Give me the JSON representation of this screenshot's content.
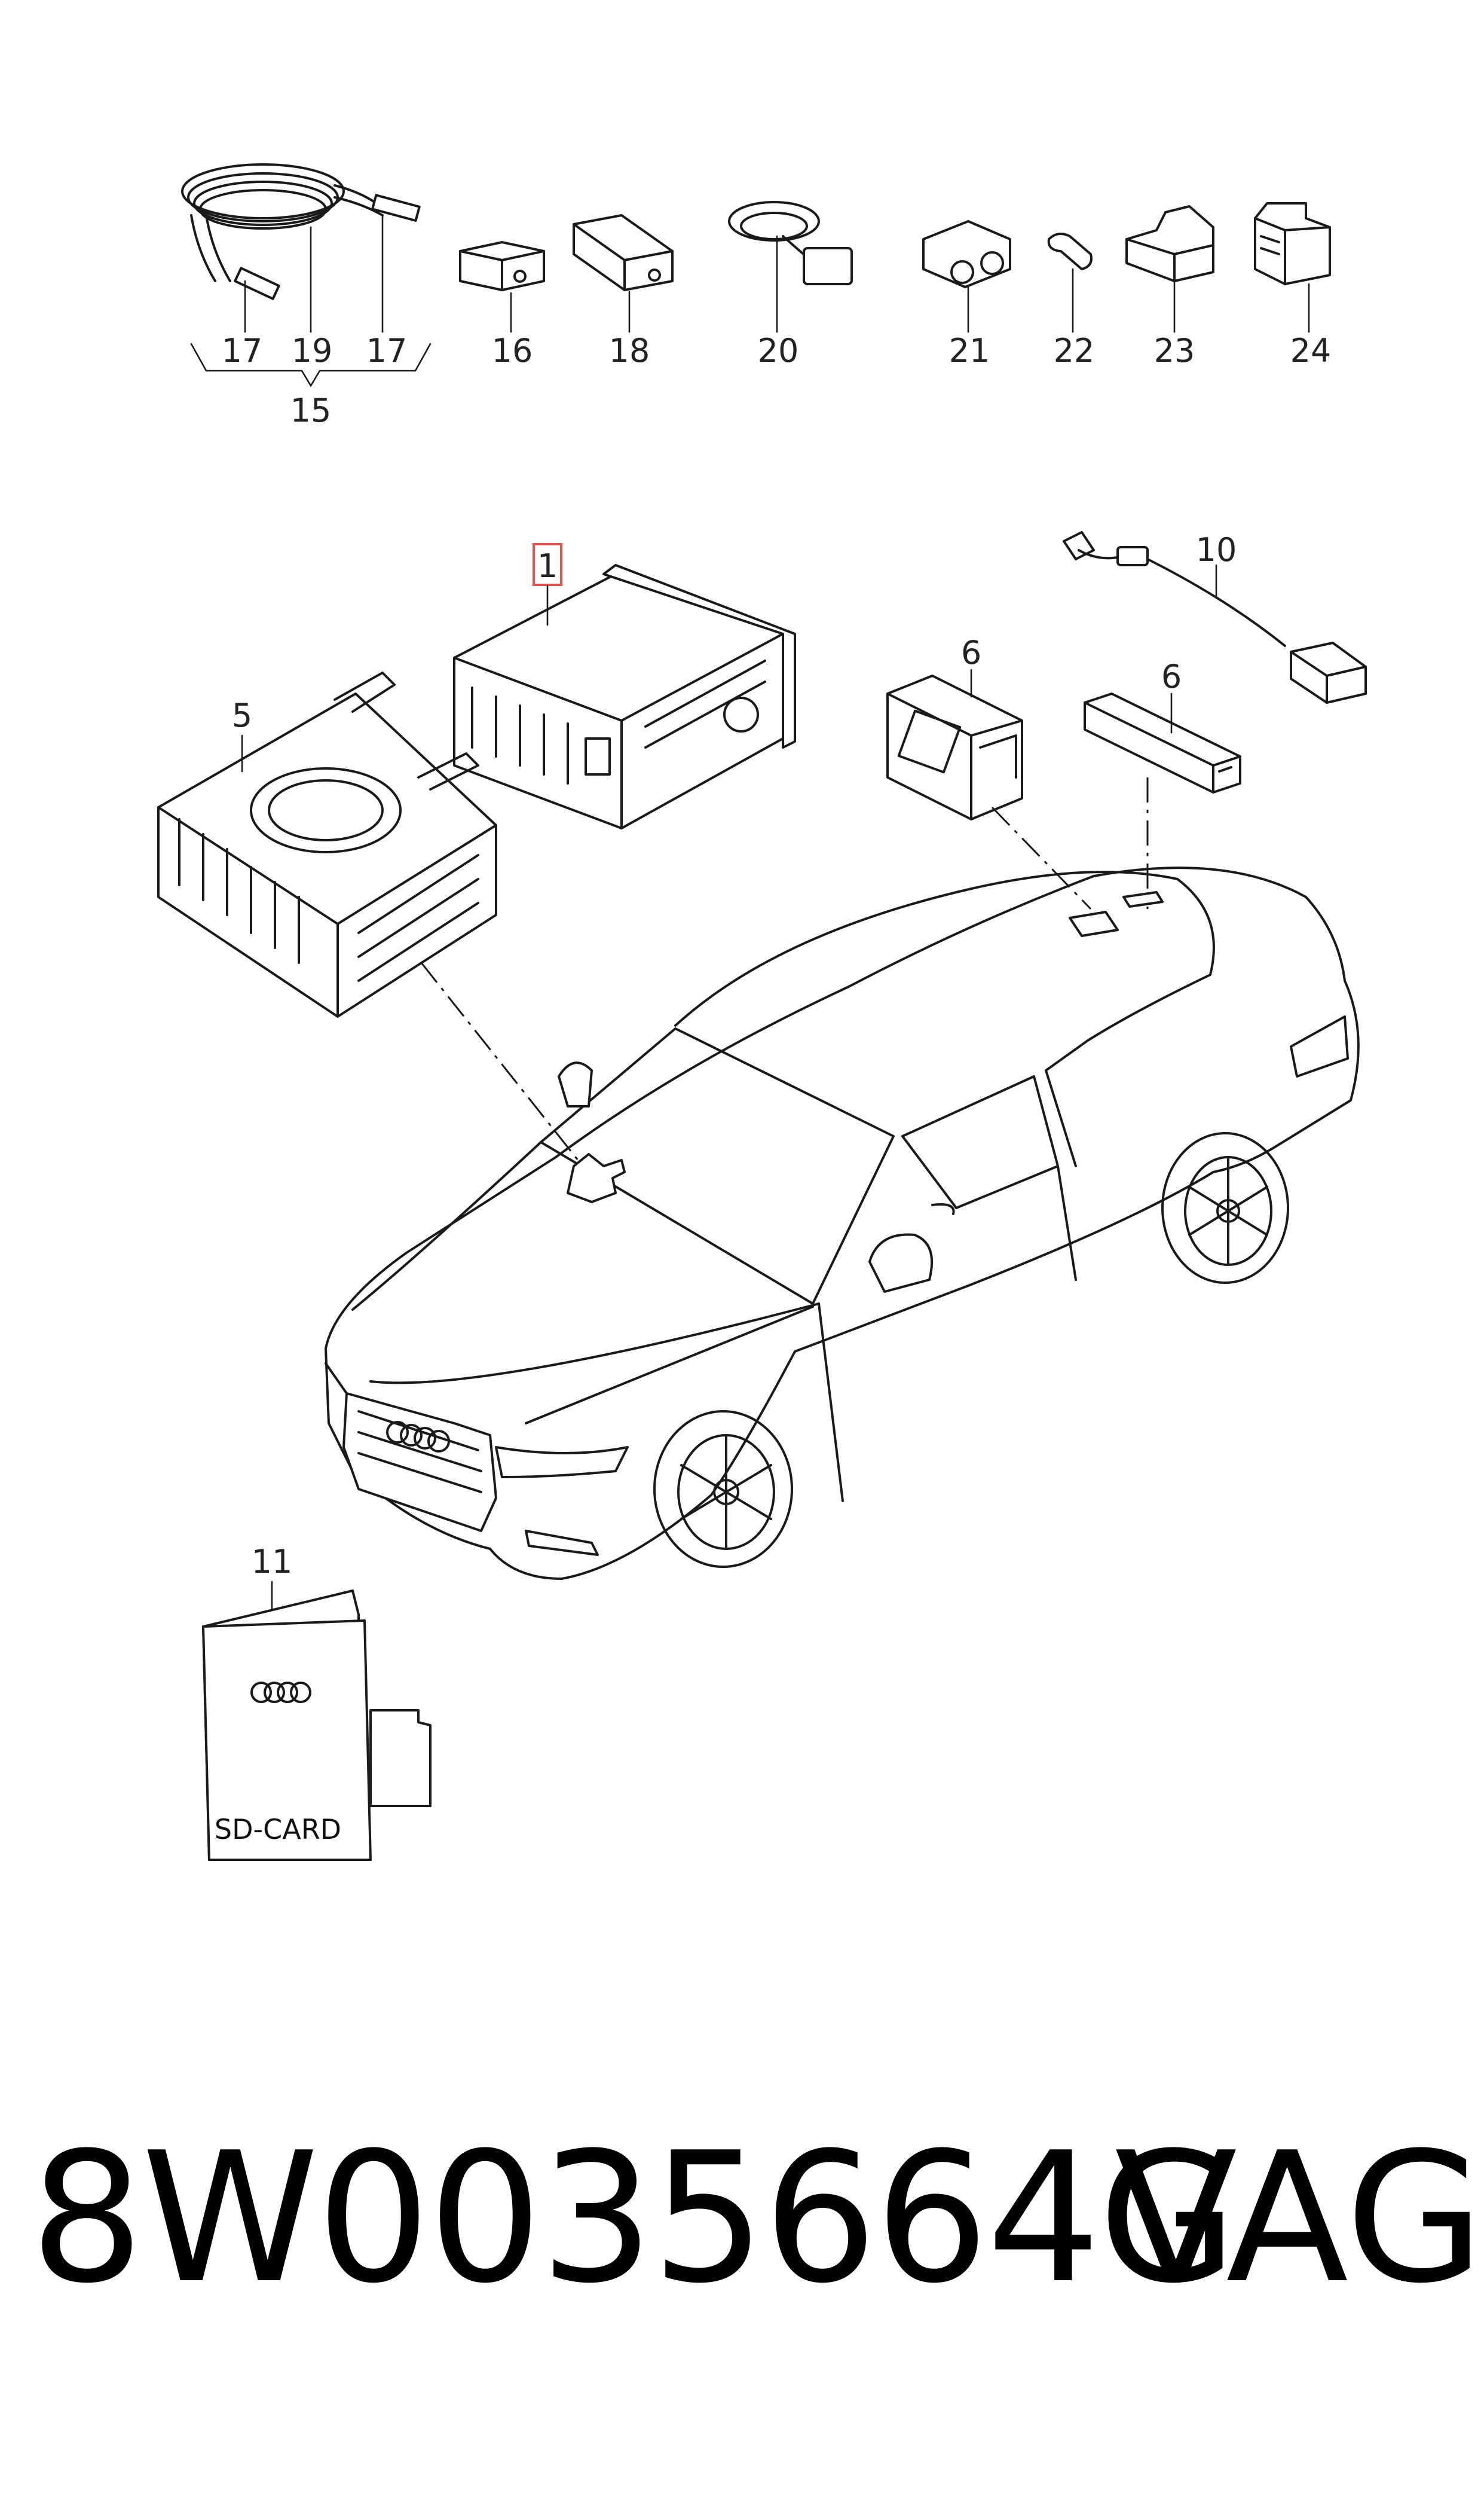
{
  "callouts": {
    "c1": "1",
    "c5": "5",
    "c6a": "6",
    "c6b": "6",
    "c10": "10",
    "c11": "11",
    "c15": "15",
    "c16": "16",
    "c17a": "17",
    "c17b": "17",
    "c18": "18",
    "c19": "19",
    "c20": "20",
    "c21": "21",
    "c22": "22",
    "c23": "23",
    "c24": "24"
  },
  "sd_card_label": "SD-CARD",
  "part_number": "8W0035664G",
  "brand": "VAG",
  "colors": {
    "line": "#1a1a1a",
    "highlight_box": "#d9534f",
    "background": "#ffffff"
  }
}
